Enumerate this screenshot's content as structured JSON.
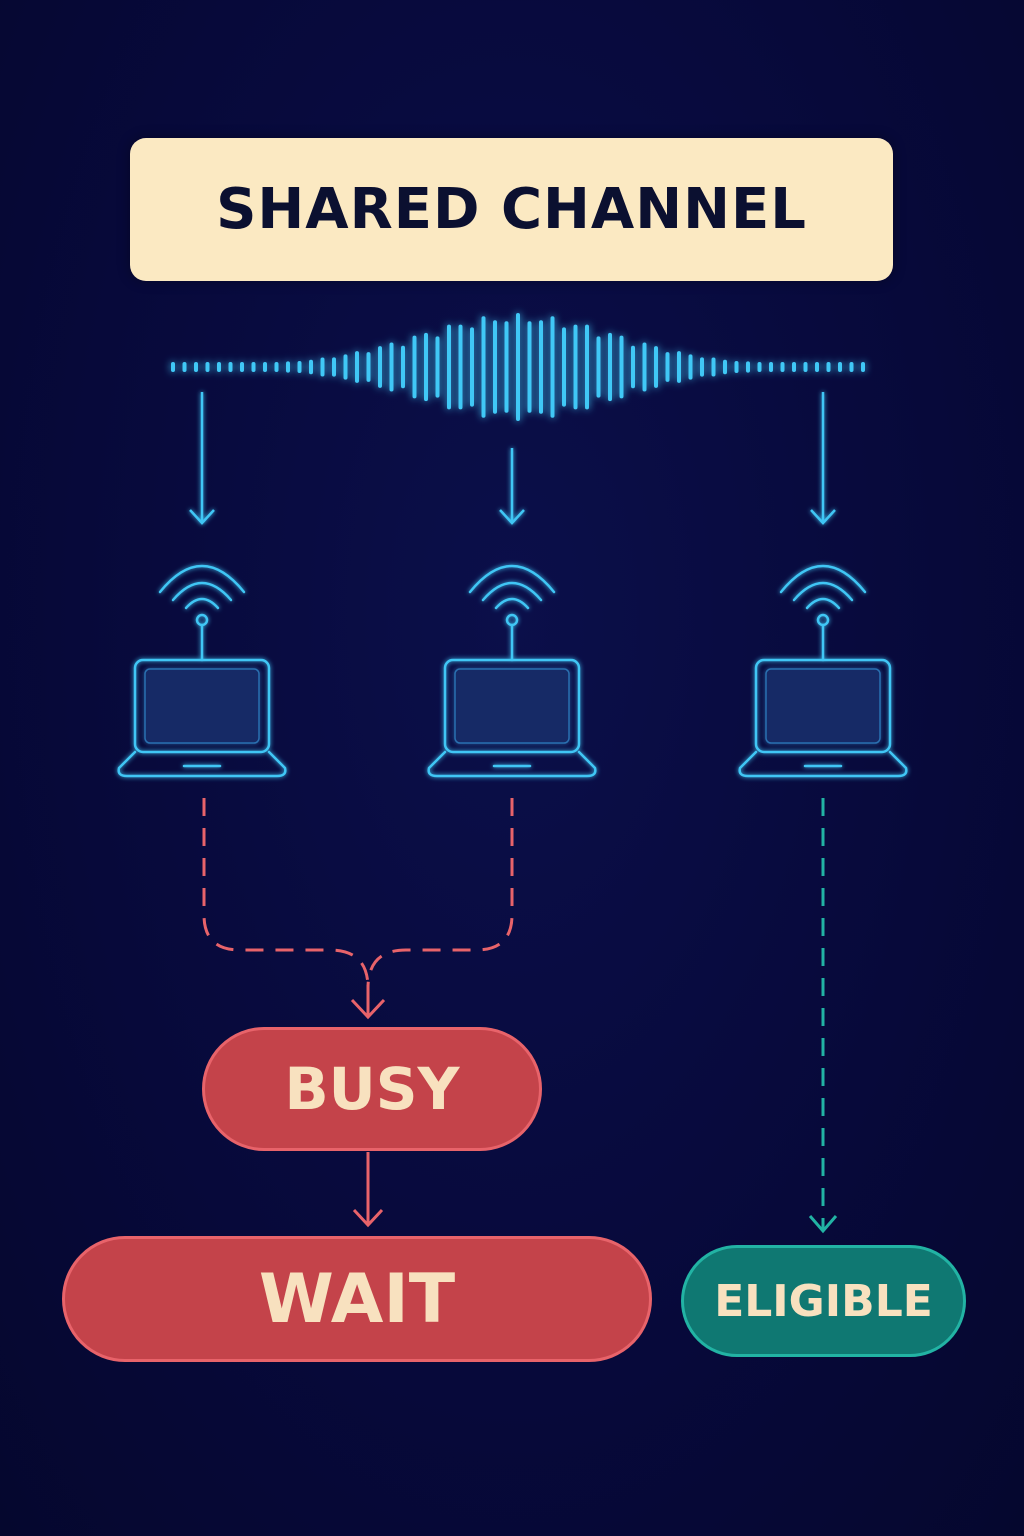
{
  "title": "SHARED CHANNEL",
  "states": {
    "busy": "BUSY",
    "wait": "WAIT",
    "eligible": "ELIGIBLE"
  },
  "nodes": [
    {
      "id": "laptop-left",
      "icon": "laptop-wifi-icon"
    },
    {
      "id": "laptop-middle",
      "icon": "laptop-wifi-icon"
    },
    {
      "id": "laptop-right",
      "icon": "laptop-wifi-icon"
    }
  ],
  "colors": {
    "background": "#07093a",
    "signal": "#3fc6f5",
    "title_box": "#fbe9c2",
    "busy": "#c4434a",
    "busy_line": "#e8636a",
    "eligible": "#0f7872",
    "eligible_line": "#22b3a4"
  }
}
